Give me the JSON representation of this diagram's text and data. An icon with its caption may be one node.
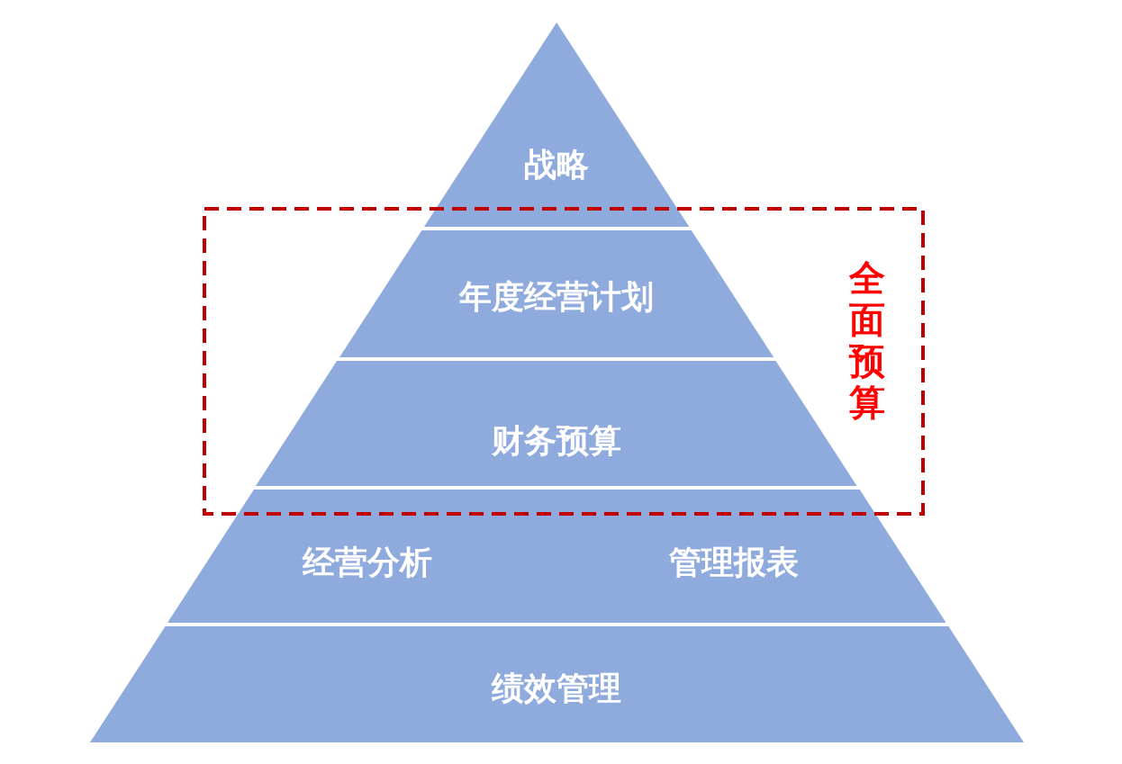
{
  "diagram": {
    "nodes": [
      {
        "text": [
          "全面预算"
        ]
      },
      {
        "text": [
          "战略"
        ]
      },
      {
        "text": [
          "年度经营计划"
        ],
        "in": 0
      },
      {
        "text": [
          "财务预算"
        ],
        "in": 0
      },
      {
        "text": [
          "经营分析",
          "管理报表"
        ]
      },
      {
        "text": [
          "绩效管理"
        ]
      }
    ]
  }
}
